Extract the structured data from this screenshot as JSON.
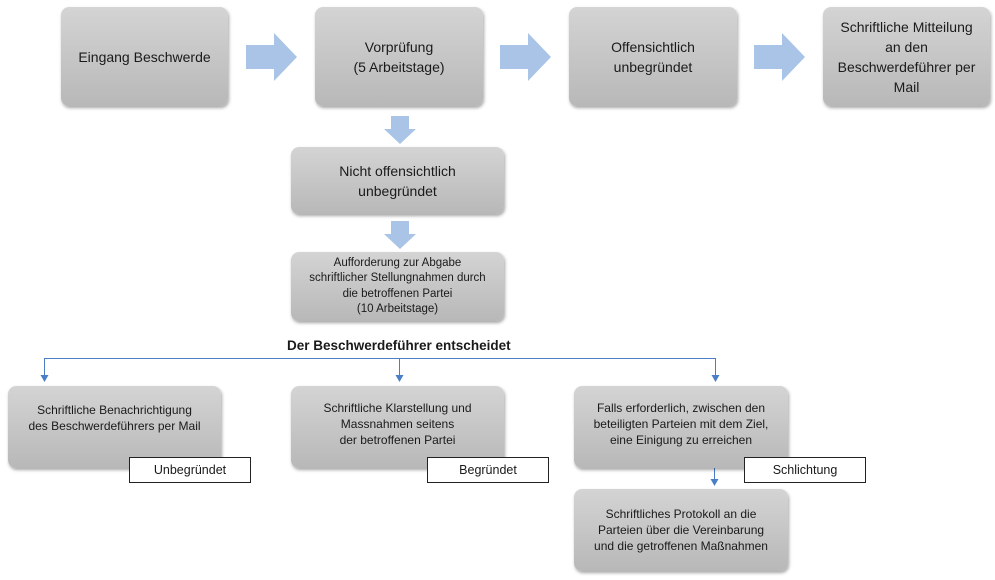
{
  "top_row": [
    {
      "id": "eingang",
      "text": "Eingang Beschwerde"
    },
    {
      "id": "vorpruefung",
      "text": "Vorprüfung\n(5 Arbeitstage)"
    },
    {
      "id": "offensichtlich",
      "text": "Offensichtlich\nunbegründet"
    },
    {
      "id": "mitteilung",
      "text": "Schriftliche Mitteilung\nan den\nBeschwerdeführer per\nMail"
    }
  ],
  "nicht_offensichtlich": "Nicht offensichtlich\nunbegründet",
  "aufforderung": "Aufforderung zur Abgabe\nschriftlicher Stellungnahmen durch\ndie betroffenen Partei\n(10 Arbeitstage)",
  "decision_heading": "Der Beschwerdeführer entscheidet",
  "outcomes": [
    {
      "id": "unbegruendet",
      "text": "Schriftliche Benachrichtigung\ndes Beschwerdeführers per Mail",
      "tag": "Unbegründet"
    },
    {
      "id": "begruendet",
      "text": "Schriftliche Klarstellung und\nMassnahmen seitens\nder betroffenen Partei",
      "tag": "Begründet"
    },
    {
      "id": "schlichtung",
      "text": "Falls erforderlich, zwischen den\nbeteiligten Parteien mit dem Ziel,\neine Einigung zu erreichen",
      "tag": "Schlichtung"
    }
  ],
  "protokoll": "Schriftliches Protokoll an die\nParteien über die Vereinbarung\nund die getroffenen Maßnahmen",
  "colors": {
    "box_fill": "#c6c6c6",
    "block_arrow": "#a9c4e6",
    "connector": "#4a7fc7"
  }
}
